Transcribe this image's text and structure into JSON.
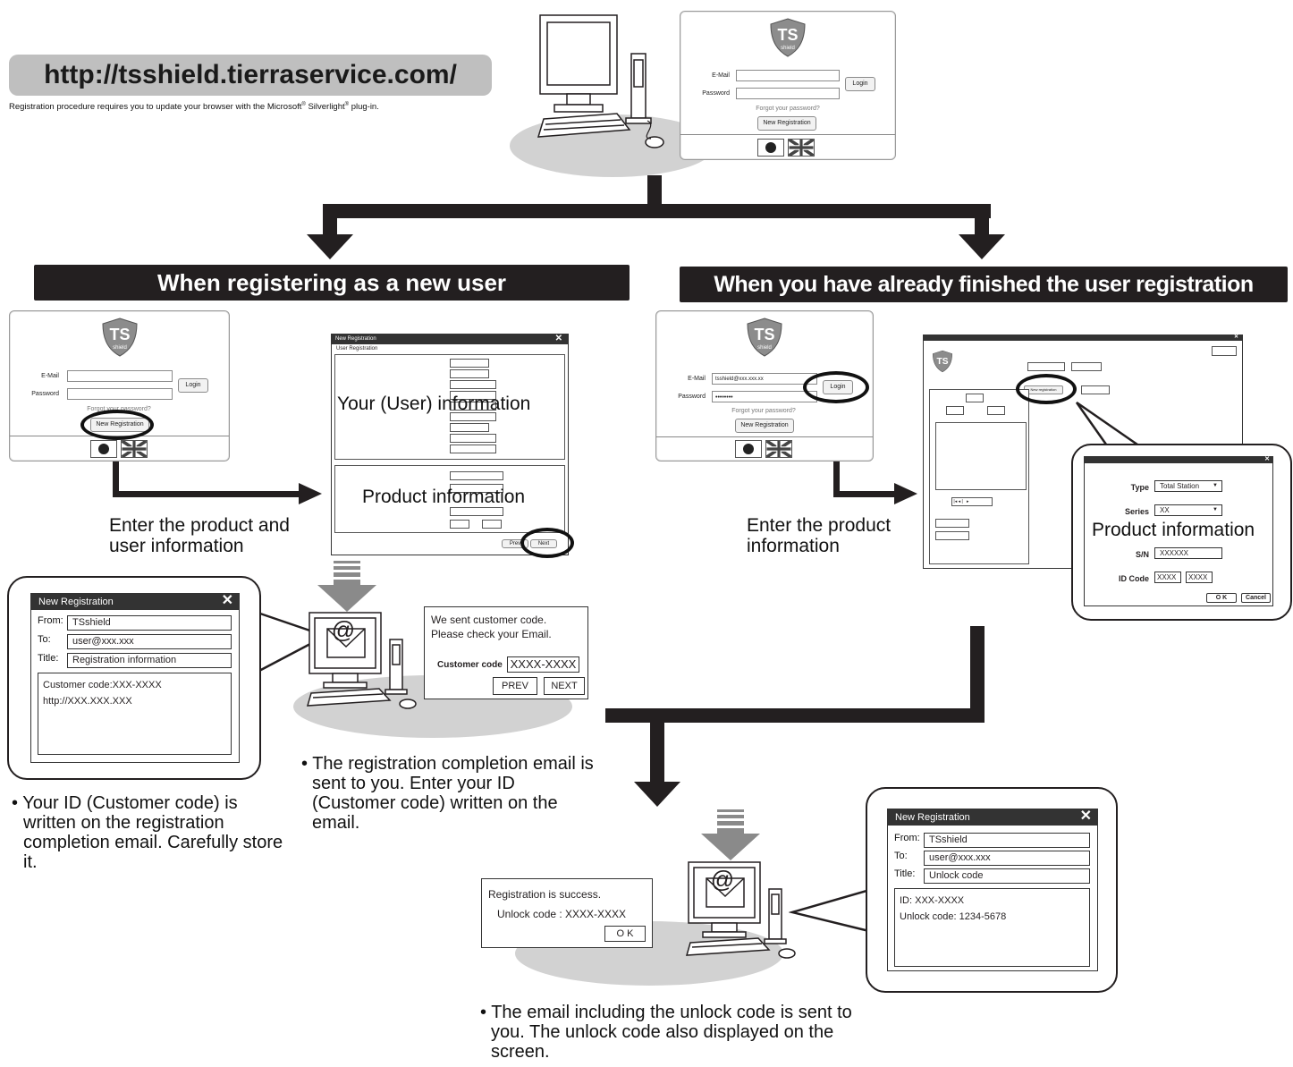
{
  "url": "http://tsshield.tierraservice.com/",
  "requirement_note": {
    "part1": "Registration procedure requires you to update your browser with the Microsoft",
    "reg1": "®",
    "part2": " Silverlight",
    "reg2": "®",
    "part3": " plug-in."
  },
  "login_panel": {
    "logo_top": "TS",
    "logo_bottom": "shield",
    "email_label": "E-Mail",
    "password_label": "Password",
    "login_button": "Login",
    "forgot_link": "Forgot your password?",
    "new_registration_button": "New Registration",
    "email_value": "tsshield@xxx.xxx.xx",
    "password_value": "••••••••"
  },
  "branch_new": {
    "header": "When registering as a new user",
    "instruction": "Enter the product and user information",
    "form": {
      "window_title": "New Registration",
      "section_title": "User Registration",
      "user_overlay": "Your (User) information",
      "product_overlay": "Product information",
      "prev_button": "Prev",
      "next_button": "Next"
    },
    "email": {
      "window_title": "New Registration",
      "from_label": "From:",
      "from_value": "TSshield",
      "to_label": "To:",
      "to_value": "user@xxx.xxx",
      "title_label": "Title:",
      "title_value": "Registration information",
      "body_line1": "Customer code:XXX-XXXX",
      "body_line2": "http://XXX.XXX.XXX"
    },
    "code_dialog": {
      "line1": "We sent customer code.",
      "line2": "Please check your Email.",
      "code_label": "Customer code",
      "code_value": "XXXX-XXXX",
      "prev_button": "PREV",
      "next_button": "NEXT"
    },
    "bullet_email": "Your ID (Customer code) is written on the registration completion email. Carefully store it.",
    "bullet_enter": "The registration completion email is sent to you. Enter your ID (Customer code) written on the email."
  },
  "branch_existing": {
    "header": "When you have already finished the user registration",
    "instruction": "Enter the product information",
    "main_window": {
      "new_registration_button": "New registration"
    },
    "product_dialog": {
      "type_label": "Type",
      "type_value": "Total Station",
      "series_label": "Series",
      "series_value": "XX",
      "sn_label": "S/N",
      "sn_value": "XXXXXX",
      "id_label": "ID Code",
      "id_value1": "XXXX",
      "id_value2": "XXXX",
      "overlay": "Product information",
      "ok_button": "O K",
      "cancel_button": "Cancel"
    }
  },
  "final": {
    "success_dialog": {
      "line1": "Registration is success.",
      "line2": "Unlock code : XXXX-XXXX",
      "ok_button": "O K"
    },
    "email": {
      "window_title": "New Registration",
      "from_label": "From:",
      "from_value": "TSshield",
      "to_label": "To:",
      "to_value": "user@xxx.xxx",
      "title_label": "Title:",
      "title_value": "Unlock code",
      "body_line1": "ID: XXX-XXXX",
      "body_line2": "Unlock code: 1234-5678"
    },
    "bullet": "The email including the unlock code is sent to you. The unlock code also displayed on the screen."
  },
  "icons": [
    "computer-icon",
    "email-at-icon",
    "shield-logo-icon",
    "japan-flag-icon",
    "uk-flag-icon",
    "arrow-down-icon",
    "arrow-right-icon",
    "close-icon"
  ],
  "colors": {
    "dark": "#231f20",
    "url_bar": "#bfbfbf",
    "ellipse": "#d2d2d2",
    "border": "#9a9a9a"
  }
}
